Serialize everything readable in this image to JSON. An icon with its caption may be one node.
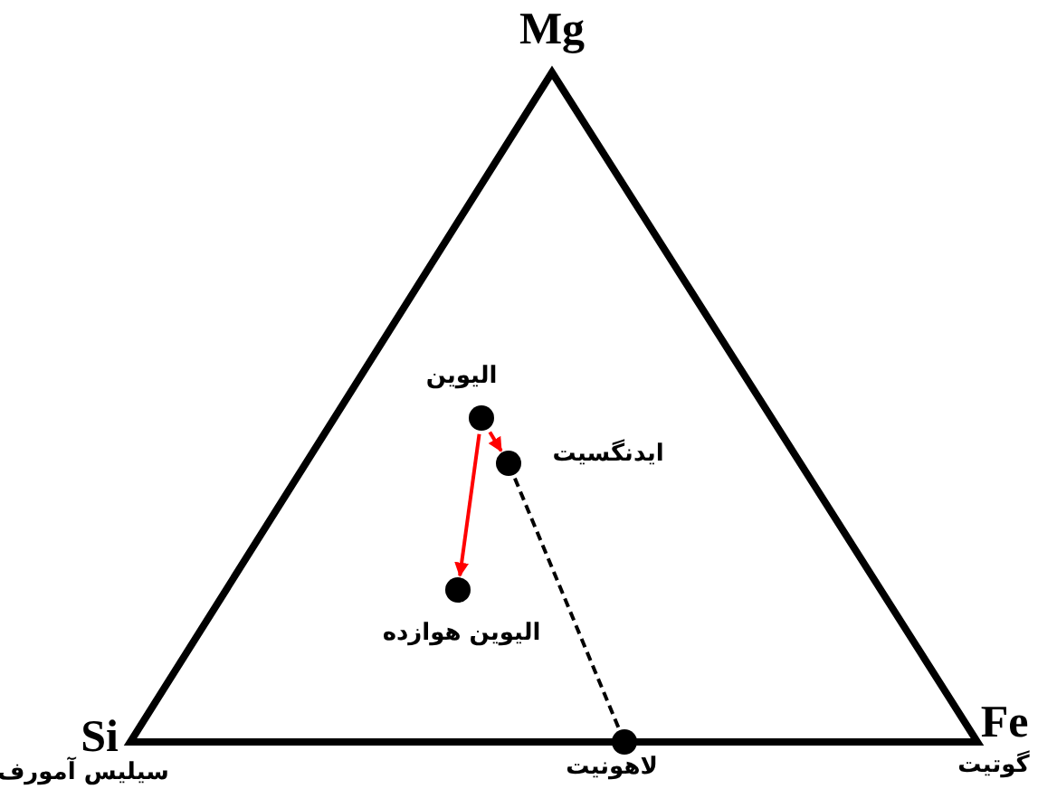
{
  "diagram": {
    "nodes": [
      {
        "text": [],
        "shape": "circle",
        "beside": [
          "الیوین"
        ]
      },
      {
        "text": [],
        "shape": "circle",
        "beside": [
          "ایدنگسیت"
        ]
      },
      {
        "text": [],
        "shape": "circle",
        "beside": [
          "الیوین هوازده"
        ]
      },
      {
        "text": [],
        "shape": "circle",
        "beside": [
          "لاهونیت"
        ]
      }
    ],
    "edges": [
      {
        "from": 0,
        "to": 1,
        "arrow": "to"
      },
      {
        "from": 0,
        "to": 2,
        "arrow": "to"
      },
      {
        "from": 1,
        "to": 3,
        "arrow": "none",
        "style": "dashed",
        "color": "#000000"
      }
    ],
    "labels": [
      "Mg",
      "Si",
      "Fe",
      "سیلیس آمورف",
      "گوتیت"
    ]
  }
}
